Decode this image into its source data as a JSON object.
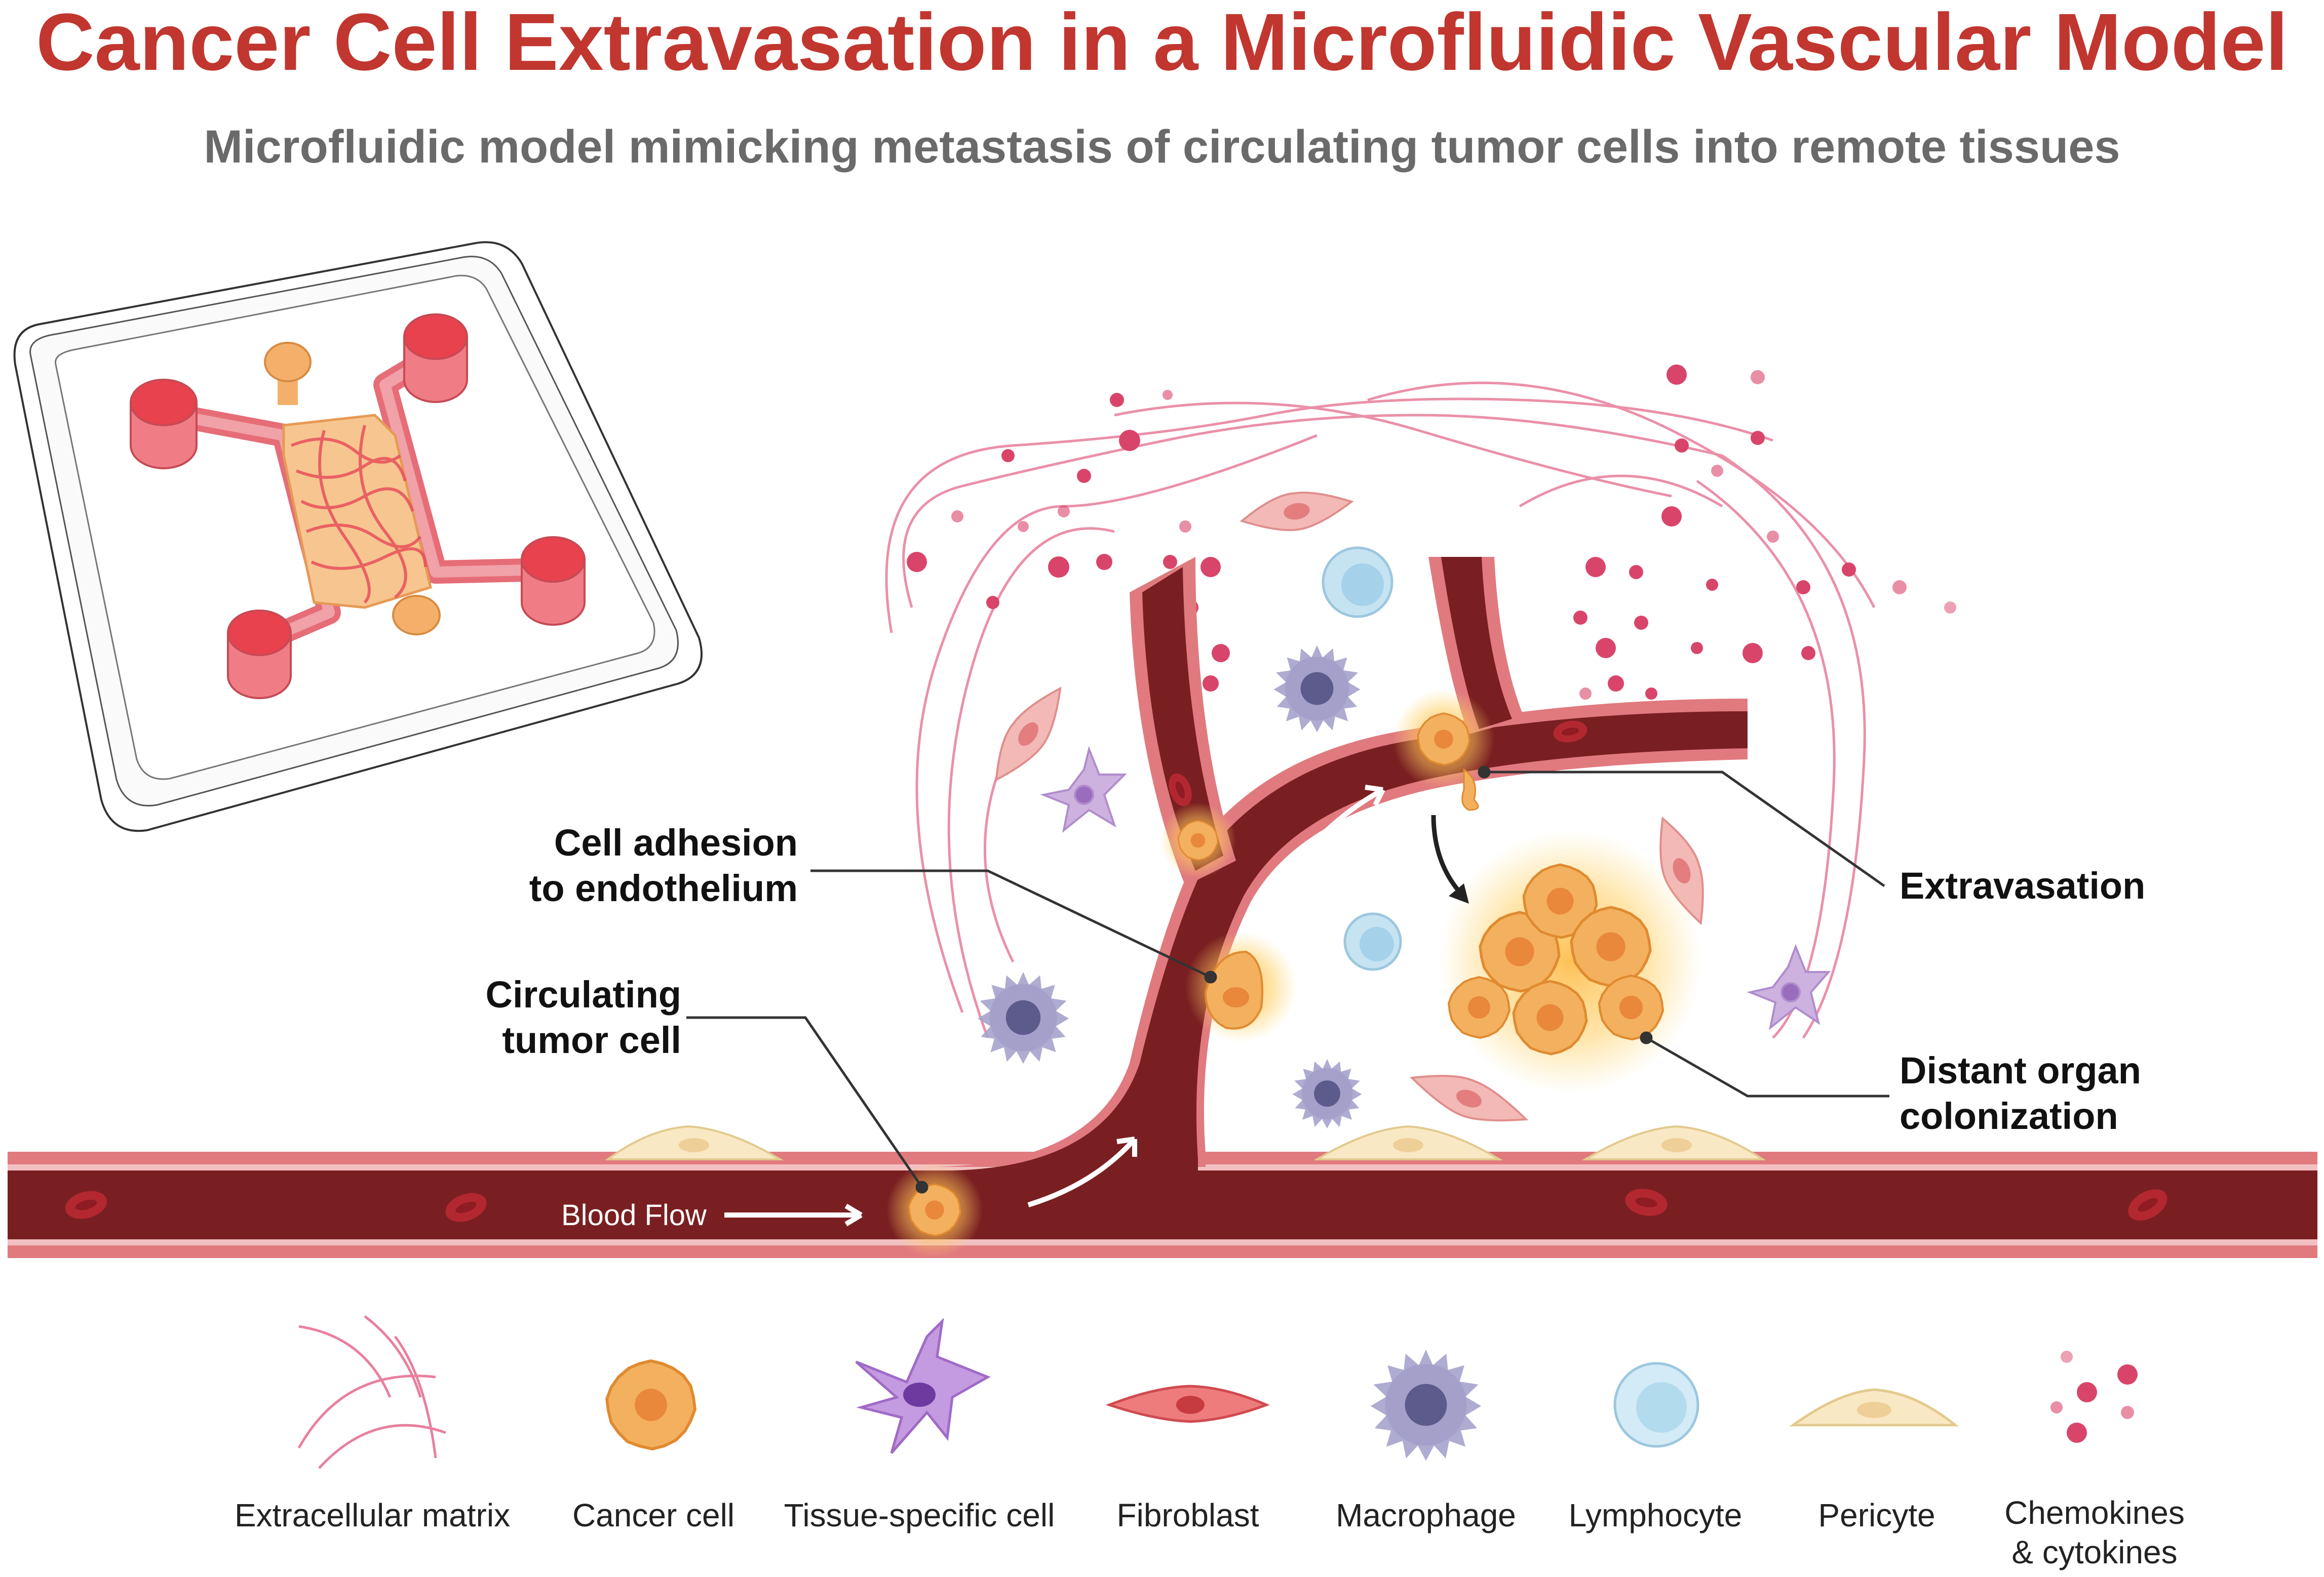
{
  "title": "Cancer Cell Extravasation in a Microfluidic Vascular Model",
  "subtitle": "Microfluidic model mimicking metastasis of circulating tumor cells into remote tissues",
  "labels": {
    "cell_adhesion": [
      "Cell adhesion",
      "to endothelium"
    ],
    "circulating": [
      "Circulating",
      "tumor cell"
    ],
    "extravasation": "Extravasation",
    "distant": [
      "Distant organ",
      "colonization"
    ],
    "blood_flow": "Blood Flow"
  },
  "legend": [
    {
      "label": "Extracellular matrix",
      "icon": "ecm-icon"
    },
    {
      "label": "Cancer cell",
      "icon": "cancer-cell-icon"
    },
    {
      "label": "Tissue-specific cell",
      "icon": "tissue-cell-icon"
    },
    {
      "label": "Fibroblast",
      "icon": "fibroblast-icon"
    },
    {
      "label": "Macrophage",
      "icon": "macrophage-icon"
    },
    {
      "label": "Lymphocyte",
      "icon": "lymphocyte-icon"
    },
    {
      "label": "Pericyte",
      "icon": "pericyte-icon"
    },
    {
      "label": "Chemokines",
      "label2": "& cytokines",
      "icon": "chemokines-icon"
    }
  ],
  "colors": {
    "title": "#c1362f",
    "subtitle": "#6a6a6a",
    "vessel_lumen": "#7a1f21",
    "vessel_wall": "#e07a7f",
    "cancer_cell": "#f2a955",
    "macrophage": "#7c7aa8",
    "tissue_cell": "#b07ac6",
    "lymphocyte": "#a9d4ea",
    "pericyte": "#f6e4b8",
    "chemokine": "#d9456a"
  }
}
